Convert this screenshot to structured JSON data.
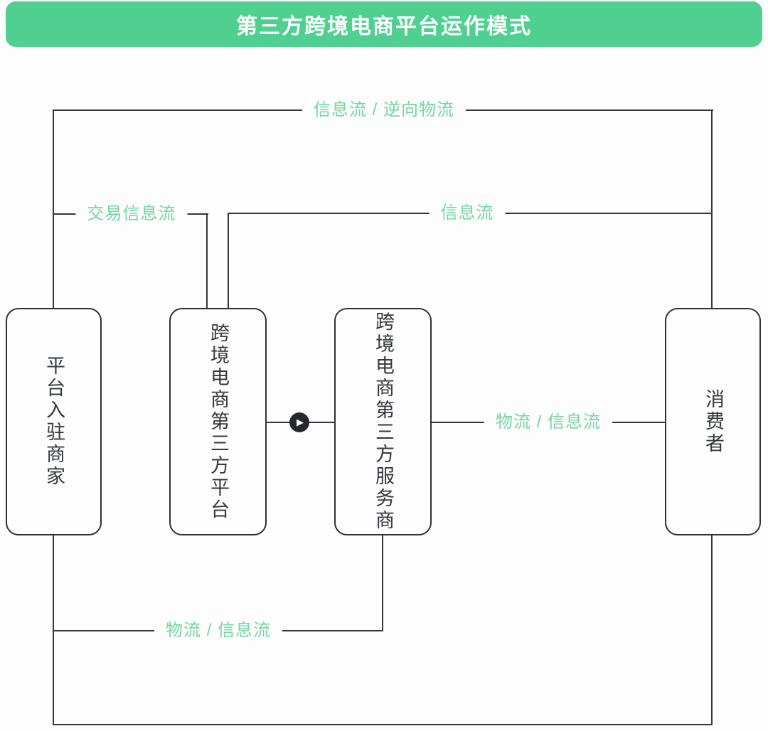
{
  "header": {
    "title": "第三方跨境电商平台运作模式"
  },
  "nodes": [
    {
      "id": "merchants",
      "label": "平台入驻商家"
    },
    {
      "id": "third-party-platform",
      "label": "跨境电商第三方平台"
    },
    {
      "id": "third-party-service-provider",
      "label": "跨境电商第三方服务商"
    },
    {
      "id": "consumers",
      "label": "消费者"
    }
  ],
  "edge_labels": {
    "top": "信息流 / 逆向物流",
    "transaction": "交易信息流",
    "information": "信息流",
    "logistics_mid": "物流 / 信息流",
    "logistics_bottom": "物流 / 信息流"
  },
  "icons": {
    "play_arrow": "▶"
  },
  "colors": {
    "banner_green": "#4fd091",
    "label_green": "#74d6a2",
    "line_dark": "#33363b",
    "background": "#fdfdfe"
  }
}
